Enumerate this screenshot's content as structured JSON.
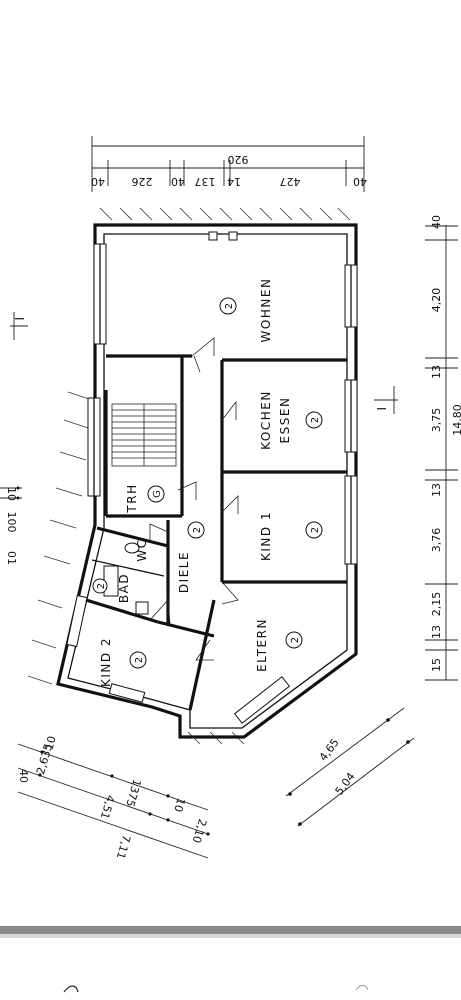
{
  "rooms": {
    "wohnen": {
      "name": "WOHNEN",
      "code": "2"
    },
    "kochen": {
      "name_line1": "KOCHEN",
      "name_line2": "ESSEN",
      "code": "2"
    },
    "kind1": {
      "name": "KIND 1",
      "code": "2"
    },
    "eltern": {
      "name": "ELTERN",
      "code": "2"
    },
    "diele": {
      "name": "DIELE",
      "code": "2"
    },
    "trh": {
      "name": "TRH",
      "code": "G"
    },
    "wc": {
      "name": "WC"
    },
    "bad": {
      "name": "BAD",
      "code": "2"
    },
    "kind2": {
      "name": "KIND 2",
      "code": "2"
    }
  },
  "section_marks": {
    "left": "I",
    "right": "I"
  },
  "dimensions": {
    "top_total": "920",
    "top_parts": [
      "40",
      "226",
      "40",
      "137",
      "14",
      "427",
      "40"
    ],
    "right_total": "14,80",
    "right_parts": [
      "40",
      "4,20",
      "13",
      "3,75",
      "13",
      "3,76",
      "2,15",
      "13",
      "15"
    ],
    "bottom_row1": [
      "40",
      "2,635",
      "10"
    ],
    "bottom_row2": [
      "1375",
      "10"
    ],
    "bottom_row3": [
      "4,51"
    ],
    "bottom_row4": [
      "2,10"
    ],
    "bottom_row5": [
      "7,11"
    ],
    "diagonal": [
      "4,65",
      "5,04"
    ],
    "left_partial": [
      "100",
      "10",
      "01"
    ]
  },
  "colors": {
    "ink": "#111111",
    "paper": "#ffffff",
    "scan_border": "#8a8a8a"
  }
}
